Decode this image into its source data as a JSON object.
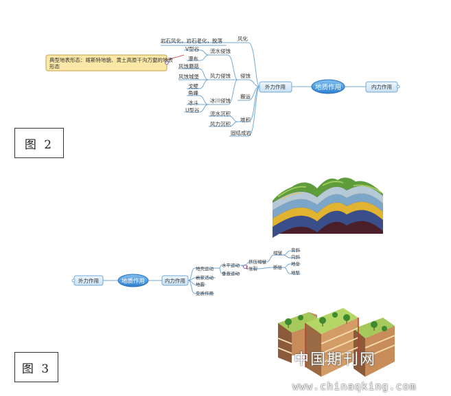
{
  "figure2": {
    "label": "图 2",
    "center": "地质作用",
    "right": "内力作用",
    "left": "外力作用",
    "weathering": {
      "label": "风化",
      "detail": "岩石风化，岩石老化，脱落"
    },
    "erosion": {
      "label": "侵蚀",
      "flow": {
        "label": "流水侵蚀",
        "items": [
          "V型谷",
          "瀑布"
        ]
      },
      "wind": {
        "label": "风力侵蚀",
        "items": [
          "风蚀蘑菇",
          "风蚀城堡",
          "戈壁"
        ]
      },
      "glacier": {
        "label": "冰川侵蚀",
        "items": [
          "角峰",
          "冰斗",
          "U型谷"
        ]
      }
    },
    "transport": {
      "label": "搬运"
    },
    "deposition": {
      "label": "堆积",
      "items": [
        "流水沉积",
        "风力沉积"
      ]
    },
    "consolidation": {
      "label": "固结成岩"
    },
    "callout": "典型地表形态：喀斯特地貌、黄土高原千沟万壑的地表形态"
  },
  "figure3": {
    "label": "图 3",
    "left": "外力作用",
    "center": "地质作用",
    "right": "内力作用",
    "crust": {
      "label": "地壳运动",
      "horizontal": {
        "label": "水平运动",
        "fold": {
          "label": "挤压褶皱",
          "children": {
            "label": "褶皱",
            "items": [
              "背斜",
              "向斜"
            ]
          }
        },
        "stretch": {
          "label": "张裂",
          "children": {
            "label": "断层",
            "items": [
              "地垒",
              "地堑"
            ]
          }
        }
      },
      "vertical": {
        "label": "垂直运动"
      }
    },
    "others": [
      "岩浆活动",
      "地震",
      "变质作用"
    ]
  },
  "watermark": {
    "cn": "中国期刊网",
    "url": "www.chinaqking.com"
  },
  "colors": {
    "line": "#6fa8d6",
    "center_fill": "#3f8fd8",
    "box_fill": "#d6e8f7",
    "callout_fill": "#fbe7a6"
  }
}
